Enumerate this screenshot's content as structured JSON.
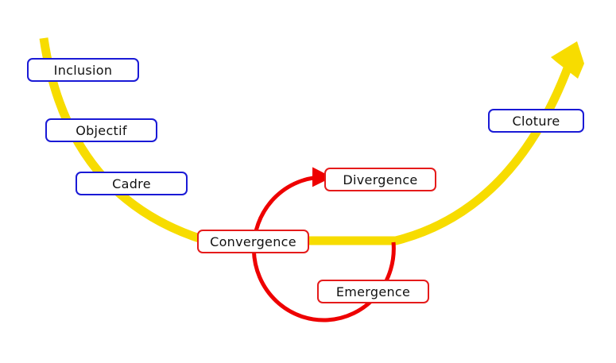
{
  "colors": {
    "main_path": "#f7dc00",
    "cycle": "#ee0000",
    "phase_border": "#1a1ad6",
    "cycle_border": "#e51b1b",
    "text": "#111111"
  },
  "phases": {
    "inclusion": "Inclusion",
    "objectif": "Objectif",
    "cadre": "Cadre",
    "cloture": "Cloture"
  },
  "cycle": {
    "convergence": "Convergence",
    "divergence": "Divergence",
    "emergence": "Emergence"
  }
}
